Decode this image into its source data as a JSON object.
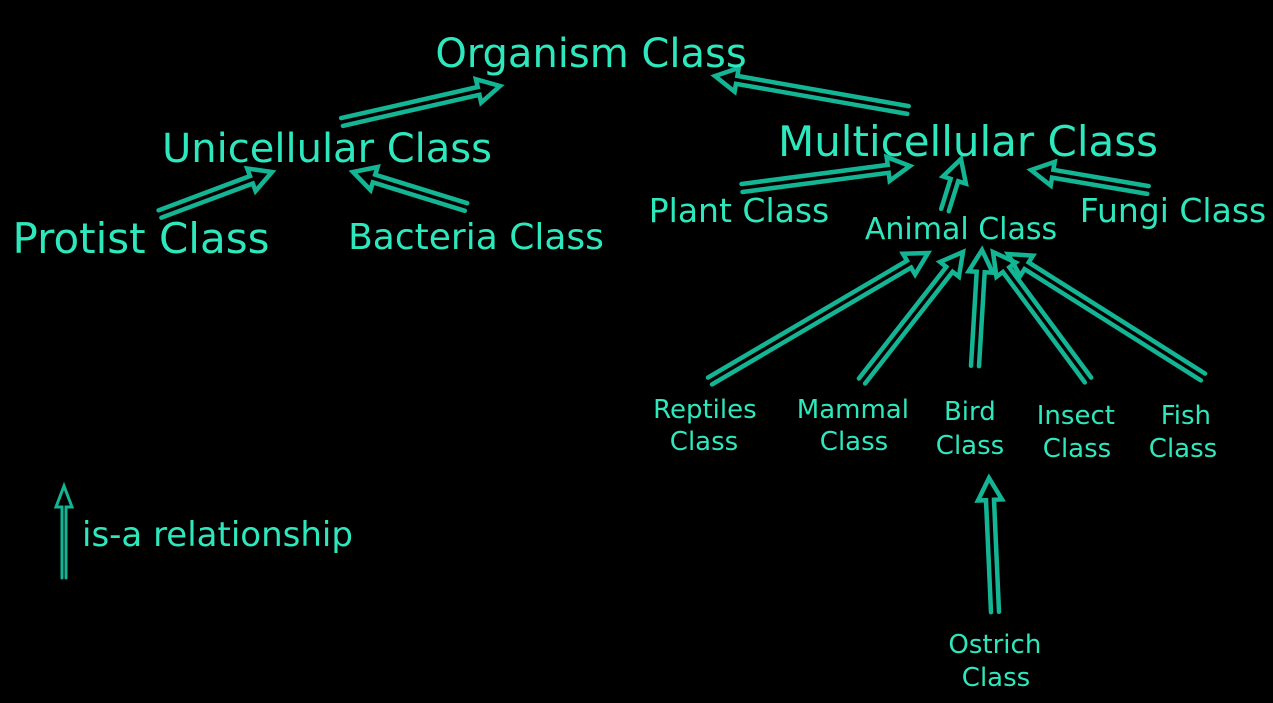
{
  "colors": {
    "background": "#000000",
    "text": "#2ee8bd",
    "arrow": "#13b594"
  },
  "nodes": {
    "organism": "Organism Class",
    "unicellular": "Unicellular Class",
    "multicellular": "Multicellular Class",
    "protist": "Protist Class",
    "bacteria": "Bacteria Class",
    "plant": "Plant Class",
    "animal": "Animal Class",
    "fungi": "Fungi Class",
    "reptiles": [
      "Reptiles",
      "Class"
    ],
    "mammal": [
      "Mammal",
      "Class"
    ],
    "bird": [
      "Bird",
      "Class"
    ],
    "insect": [
      "Insect",
      "Class"
    ],
    "fish": [
      "Fish",
      "Class"
    ],
    "ostrich": [
      "Ostrich",
      "Class"
    ]
  },
  "relationships": [
    {
      "from": "unicellular",
      "to": "organism"
    },
    {
      "from": "multicellular",
      "to": "organism"
    },
    {
      "from": "protist",
      "to": "unicellular"
    },
    {
      "from": "bacteria",
      "to": "unicellular"
    },
    {
      "from": "plant",
      "to": "multicellular"
    },
    {
      "from": "animal",
      "to": "multicellular"
    },
    {
      "from": "fungi",
      "to": "multicellular"
    },
    {
      "from": "reptiles",
      "to": "animal"
    },
    {
      "from": "mammal",
      "to": "animal"
    },
    {
      "from": "bird",
      "to": "animal"
    },
    {
      "from": "insect",
      "to": "animal"
    },
    {
      "from": "fish",
      "to": "animal"
    },
    {
      "from": "ostrich",
      "to": "bird"
    }
  ],
  "legend": {
    "label": "is-a relationship",
    "icon": "hollow-up-arrow-icon"
  }
}
